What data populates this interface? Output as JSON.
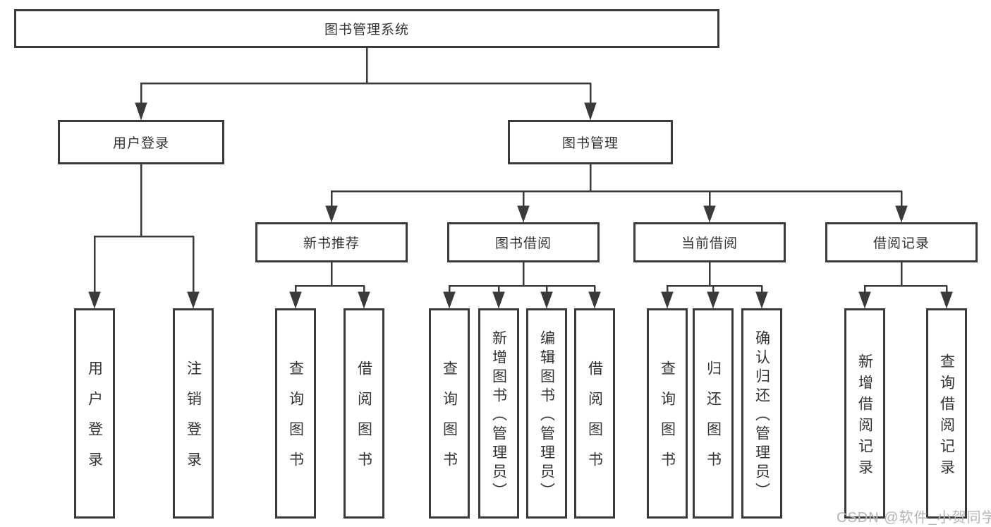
{
  "tree": {
    "root": "图书管理系统",
    "branches": [
      {
        "label": "用户登录",
        "children": [
          {
            "label": "用户登录"
          },
          {
            "label": "注销登录"
          }
        ]
      },
      {
        "label": "图书管理",
        "children": [
          {
            "label": "新书推荐",
            "children": [
              {
                "label": "查询图书"
              },
              {
                "label": "借阅图书"
              }
            ]
          },
          {
            "label": "图书借阅",
            "children": [
              {
                "label": "查询图书"
              },
              {
                "label": "新增图书（管理员）"
              },
              {
                "label": "编辑图书（管理员）"
              },
              {
                "label": "借阅图书"
              }
            ]
          },
          {
            "label": "当前借阅",
            "children": [
              {
                "label": "查询图书"
              },
              {
                "label": "归还图书"
              },
              {
                "label": "确认归还（管理员）"
              }
            ]
          },
          {
            "label": "借阅记录",
            "children": [
              {
                "label": "新增借阅记录"
              },
              {
                "label": "查询借阅记录"
              }
            ]
          }
        ]
      }
    ]
  },
  "watermark": {
    "text": "CSDN @软件_小贺同学"
  },
  "colors": {
    "line": "#3a3a3a",
    "text": "#333333",
    "watermark": "#b5b5b5",
    "background": "#ffffff"
  }
}
